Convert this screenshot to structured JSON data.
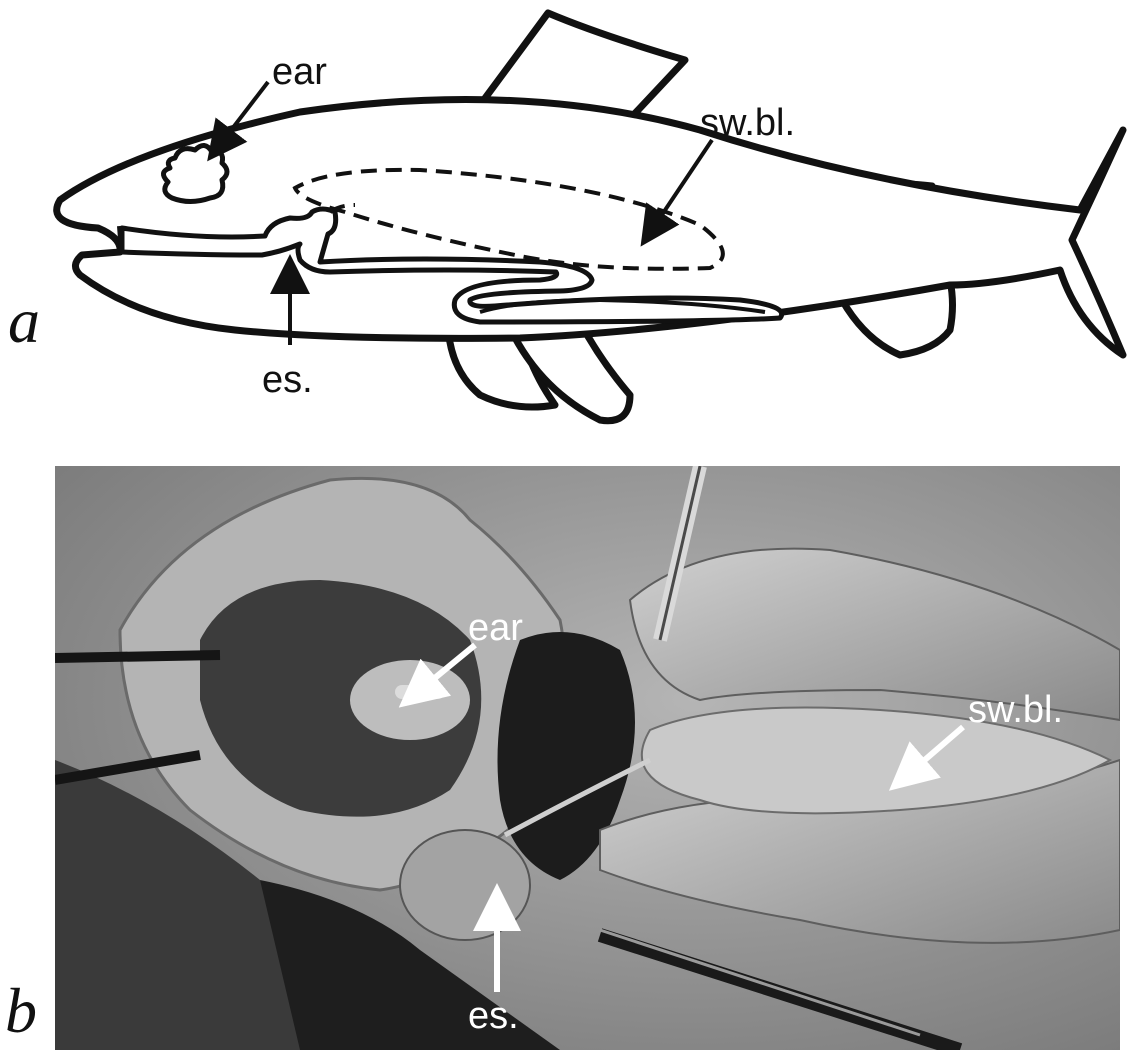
{
  "panel_a": {
    "letter": "a",
    "labels": {
      "ear": "ear",
      "swim_bladder": "sw.bl.",
      "esophagus": "es."
    }
  },
  "panel_b": {
    "letter": "b",
    "labels": {
      "ear": "ear",
      "swim_bladder": "sw.bl.",
      "esophagus": "es."
    }
  },
  "colors": {
    "line": "#111111",
    "photo_bg": "#8c8c8c",
    "arrow_b": "#ffffff"
  }
}
